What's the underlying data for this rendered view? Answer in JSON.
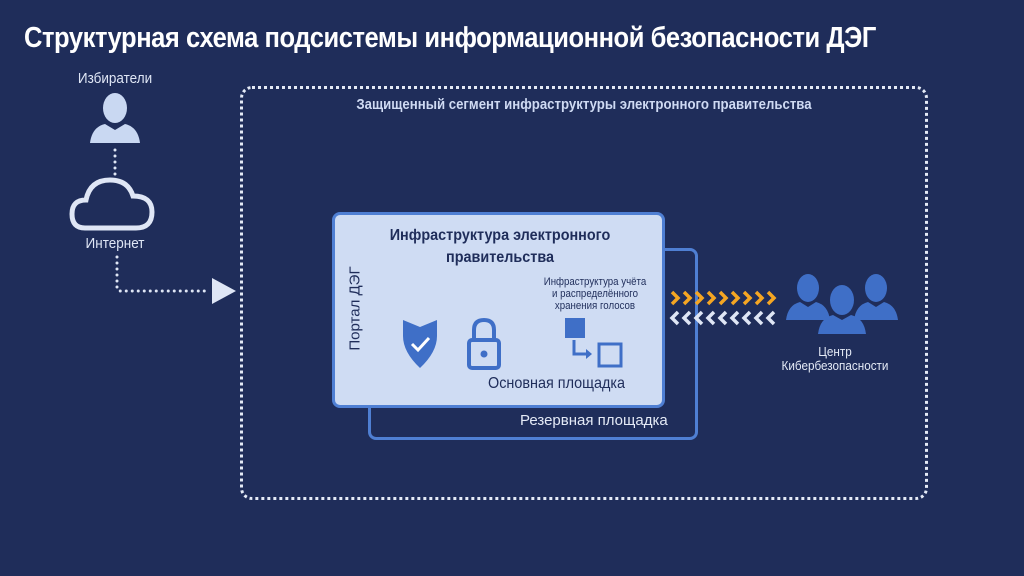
{
  "title": "Структурная схема подсистемы информационной безопасности ДЭГ",
  "voters": {
    "label": "Избиратели",
    "icon": "user-icon"
  },
  "internet": {
    "label": "Интернет",
    "icon": "cloud-icon"
  },
  "segment": {
    "label": "Защищенный сегмент инфраструктуры электронного правительства"
  },
  "main_site": {
    "title_line1": "Инфраструктура электронного",
    "title_line2": "правительства",
    "portal": "Портал ДЭГ",
    "storage_line1": "Инфраструктура учёта",
    "storage_line2": "и распределённого",
    "storage_line3": "хранения голосов",
    "label": "Основная площадка"
  },
  "reserve_site": {
    "label": "Резервная площадка"
  },
  "cyber_center": {
    "line1": "Центр",
    "line2": "Кибербезопасности",
    "icon": "group-icon"
  },
  "colors": {
    "background": "#1f2d5a",
    "accent": "#4f7fd3",
    "panel": "#cfdcf3",
    "arrow_out": "#f5a623",
    "arrow_in": "#dfe6f5"
  }
}
